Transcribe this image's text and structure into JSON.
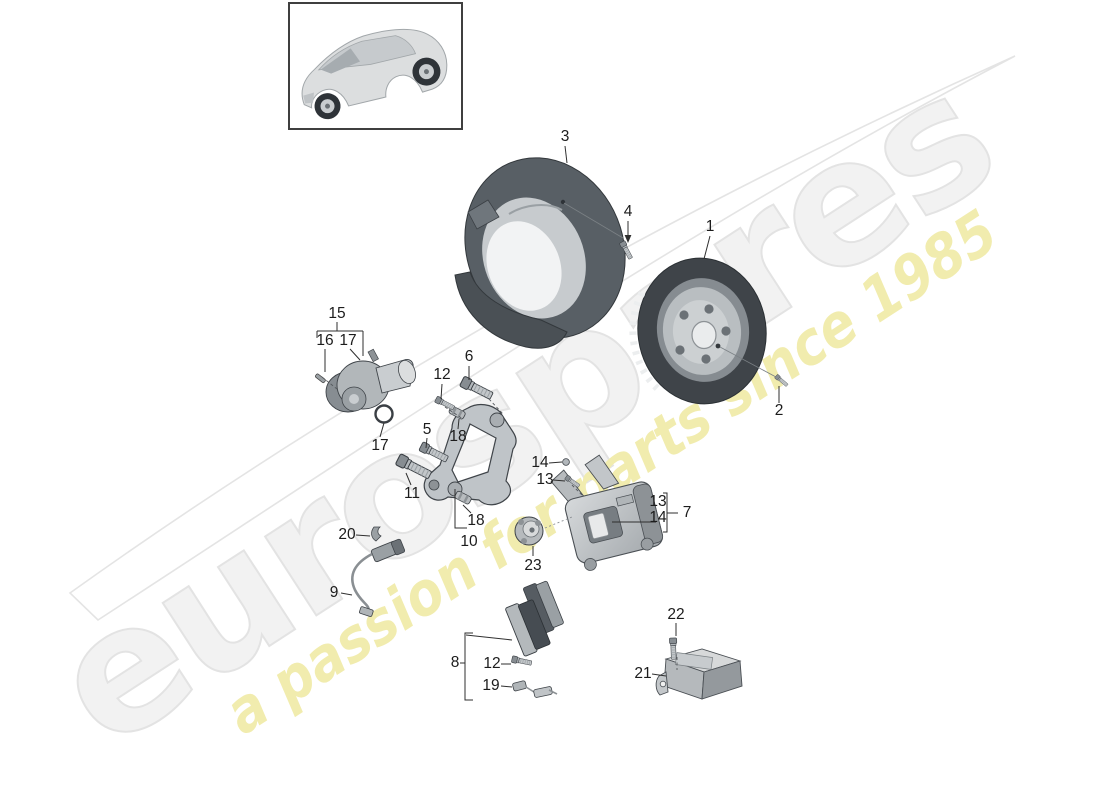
{
  "watermark": {
    "brand": "eurospares",
    "tagline": "a passion for parts since 1985",
    "brand_color": "#f2f2f2",
    "brand_outline": "#e3e3e3",
    "tagline_color": "#f1ecae",
    "swoosh_edge": "#e4e4e4"
  },
  "callouts": {
    "c1": "1",
    "c2": "2",
    "c3": "3",
    "c4": "4",
    "c5": "5",
    "c6": "6",
    "c7": "7",
    "c8": "8",
    "c9": "9",
    "c10": "10",
    "c11": "11",
    "c12a": "12",
    "c12b": "12",
    "c13a": "13",
    "c13b": "13",
    "c14a": "14",
    "c14b": "14",
    "c15": "15",
    "c16": "16",
    "c17a": "17",
    "c17b": "17",
    "c18a": "18",
    "c18b": "18",
    "c19": "19",
    "c20": "20",
    "c21": "21",
    "c22": "22",
    "c23": "23"
  },
  "line_color": "#2f2f2f",
  "part_fill_dark": "#4a5055",
  "part_fill_mid": "#9aa0a4",
  "part_fill_light": "#c9cdd0"
}
